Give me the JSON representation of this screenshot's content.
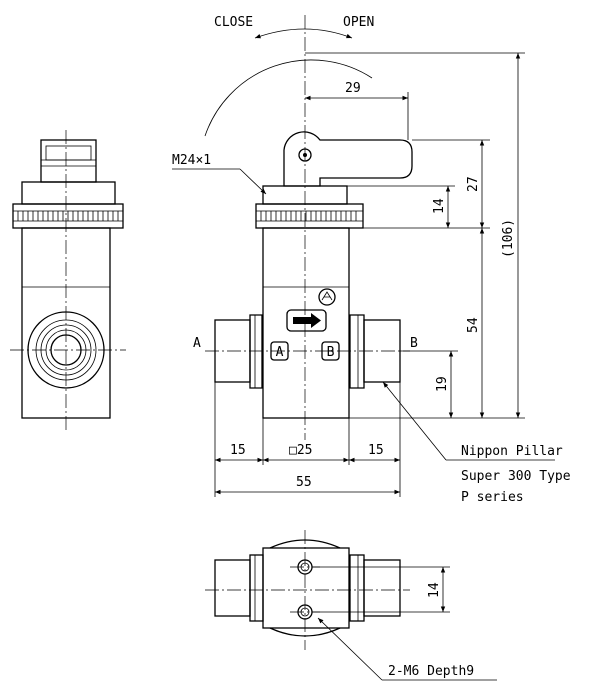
{
  "labels": {
    "close": "CLOSE",
    "open": "OPEN",
    "thread": "M24×1",
    "port_a": "A",
    "port_b": "B",
    "port_a_mark": "A",
    "port_b_mark": "B",
    "fitting_line1": "Nippon Pillar",
    "fitting_line2": "Super 300 Type",
    "fitting_line3": "P series",
    "mount_holes": "2-M6 Depth9"
  },
  "dimensions": {
    "handle_offset": "29",
    "overall_height": "(106)",
    "top_to_port": "27",
    "nut_height": "14",
    "body_height": "54",
    "port_center": "19",
    "left_fitting": "15",
    "body_square": "□25",
    "right_fitting": "15",
    "overall_width": "55",
    "hole_pitch": "14"
  },
  "colors": {
    "line": "#000000",
    "background": "#ffffff"
  }
}
